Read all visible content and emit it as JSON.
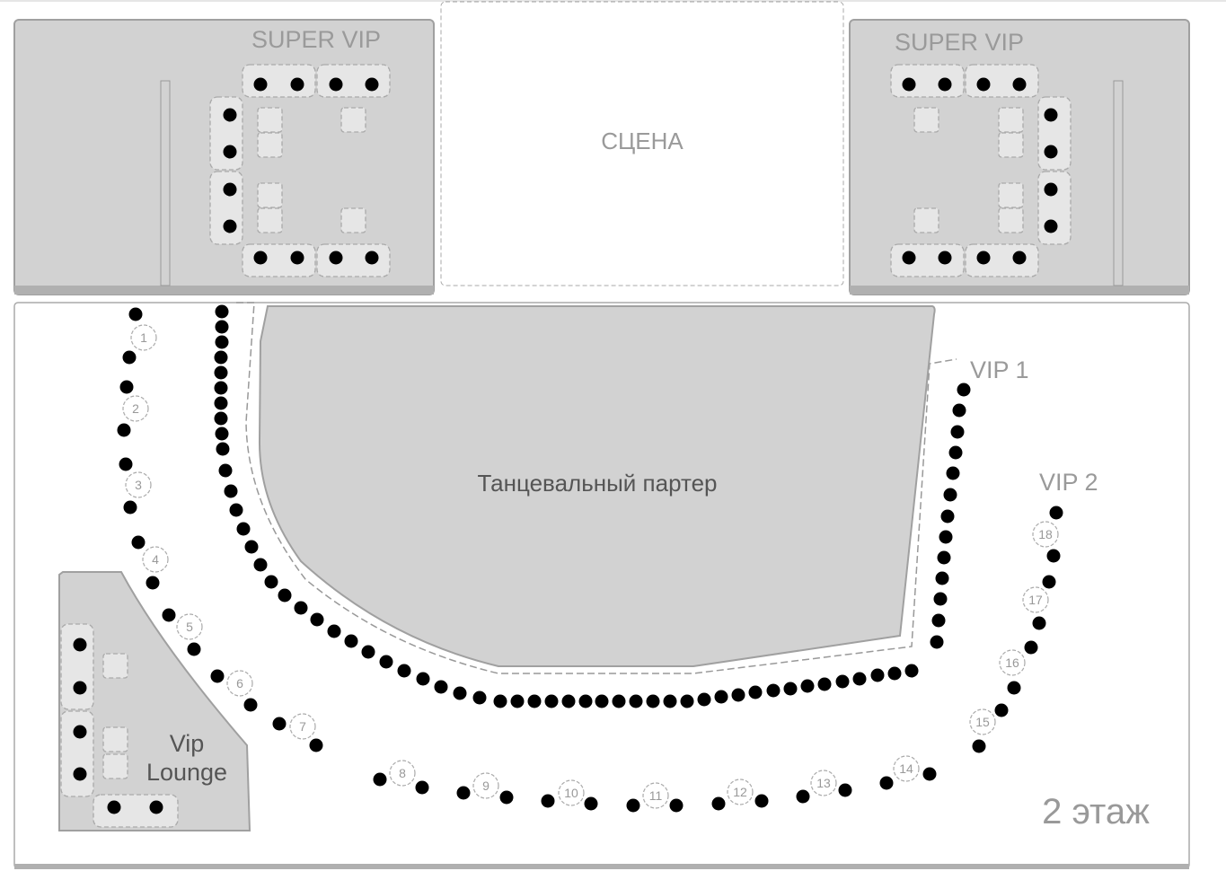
{
  "floor_label": "2 этаж",
  "stage_label": "СЦЕНА",
  "dance_floor_label": "Танцевальный партер",
  "super_vip_left_label": "SUPER VIP",
  "super_vip_right_label": "SUPER VIP",
  "vip1_label": "VIP 1",
  "vip2_label": "VIP 2",
  "vip_lounge_label_line1": "Vip",
  "vip_lounge_label_line2": "Lounge",
  "tables": [
    "1",
    "2",
    "3",
    "4",
    "5",
    "6",
    "7",
    "8",
    "9",
    "10",
    "11",
    "12",
    "13",
    "14",
    "15",
    "16",
    "17",
    "18"
  ],
  "colors": {
    "zone": "#d2d2d2",
    "seat": "#000000",
    "border": "#a0a0a0"
  }
}
